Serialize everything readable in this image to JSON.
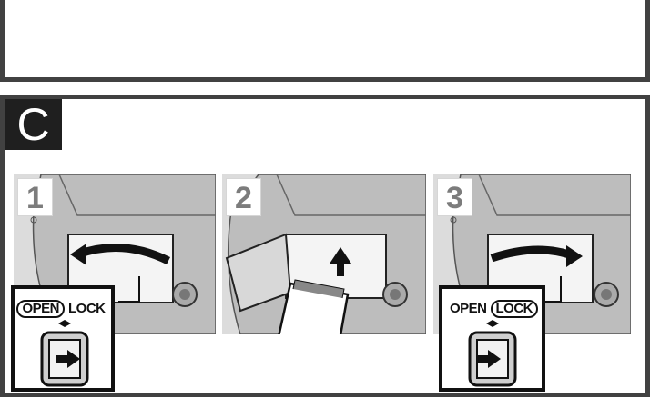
{
  "section_letter": "C",
  "steps": [
    {
      "number": "1"
    },
    {
      "number": "2"
    },
    {
      "number": "3"
    }
  ],
  "switch_labels": {
    "open": "OPEN",
    "lock": "LOCK"
  },
  "colors": {
    "frame": "#414141",
    "badge": "#1f1f1f",
    "panel": "#dcdcdc"
  }
}
